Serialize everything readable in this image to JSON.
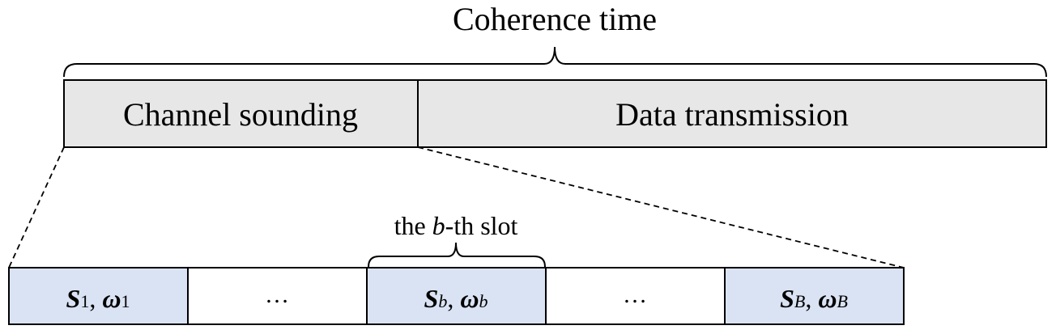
{
  "title": "Coherence time",
  "top_segments": {
    "left": "Channel sounding",
    "right": "Data transmission"
  },
  "slot_label": {
    "prefix": "the ",
    "var": "b",
    "suffix": "-th slot"
  },
  "slots": [
    {
      "s": "S",
      "w": "ω",
      "sub": "1",
      "sub_italic": false
    },
    {
      "ellipsis": "…"
    },
    {
      "s": "S",
      "w": "ω",
      "sub": "b",
      "sub_italic": true
    },
    {
      "ellipsis": "…"
    },
    {
      "s": "S",
      "w": "ω",
      "sub": "B",
      "sub_italic": true
    }
  ],
  "colors": {
    "top_fill": "#e7e7e7",
    "slot_fill": "#dae3f3",
    "stroke": "#000000"
  }
}
